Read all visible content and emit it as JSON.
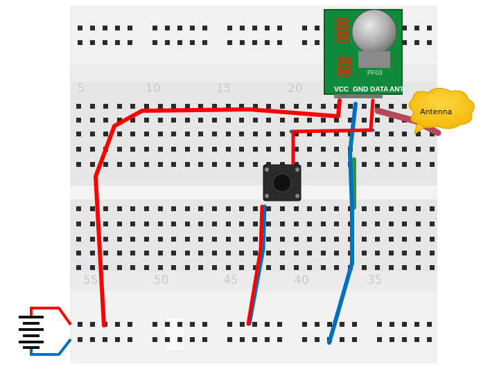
{
  "breadboard": {
    "top_column_numbers": [
      "5",
      "10",
      "15",
      "20"
    ],
    "bottom_column_numbers": [
      "55",
      "50",
      "45",
      "40",
      "35"
    ]
  },
  "module": {
    "marking": "PF03",
    "pin_labels": {
      "vcc": "VCC",
      "gnd": "GND",
      "data": "DATA",
      "ant": "ANT"
    }
  },
  "callout": {
    "label": "Antenna"
  },
  "colors": {
    "power_wire": "#ff0000",
    "ground_wire": "#0070c0",
    "pcb": "#128a3c",
    "board": "#ececec"
  },
  "icons": [
    "battery-icon",
    "push-button-icon",
    "antenna-callout-icon"
  ]
}
